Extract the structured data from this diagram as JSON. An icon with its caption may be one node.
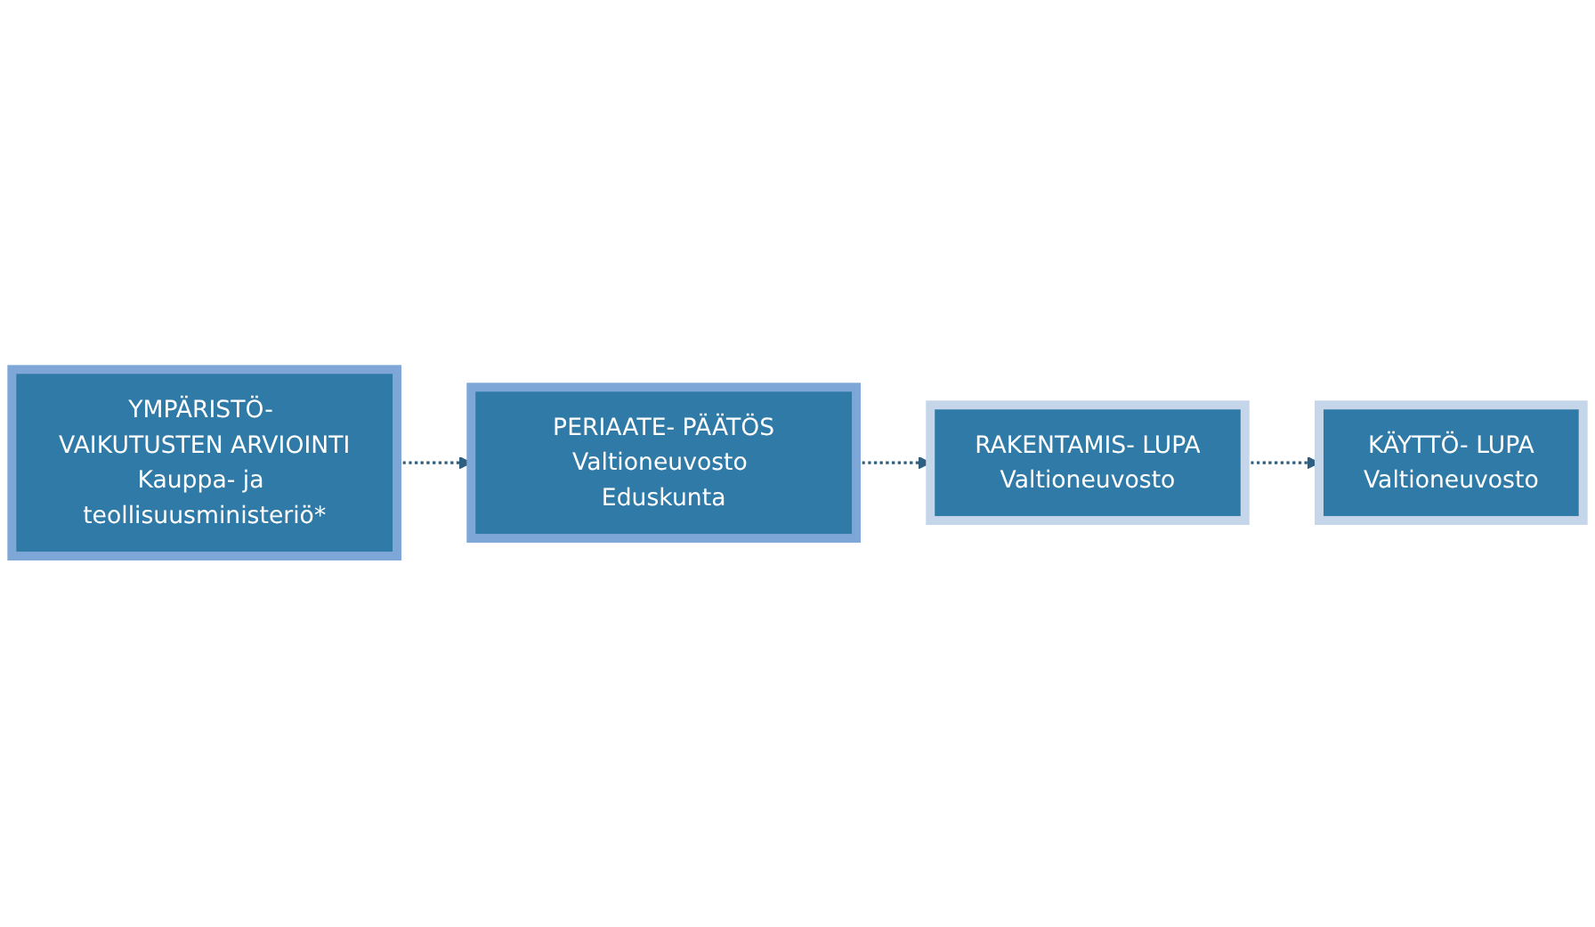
{
  "diagram": {
    "nodes": [
      {
        "text": [
          "YMPÄRISTÖ- VAIKUTUSTEN ARVIOINTI",
          "Kauppa- ja teollisuusministeriö*"
        ]
      },
      {
        "text": [
          "PERIAATE- PÄÄTÖS",
          "Valtioneuvosto Eduskunta"
        ]
      },
      {
        "text": [
          "RAKENTAMIS- LUPA",
          "Valtioneuvosto"
        ]
      },
      {
        "text": [
          "KÄYTTÖ- LUPA",
          "Valtioneuvosto"
        ]
      }
    ],
    "edges": [
      {
        "from": 0,
        "to": 1,
        "arrow": "to",
        "style": "dashed"
      },
      {
        "from": 1,
        "to": 2,
        "arrow": "to",
        "style": "dashed"
      },
      {
        "from": 2,
        "to": 3,
        "arrow": "to",
        "style": "dashed"
      }
    ]
  }
}
